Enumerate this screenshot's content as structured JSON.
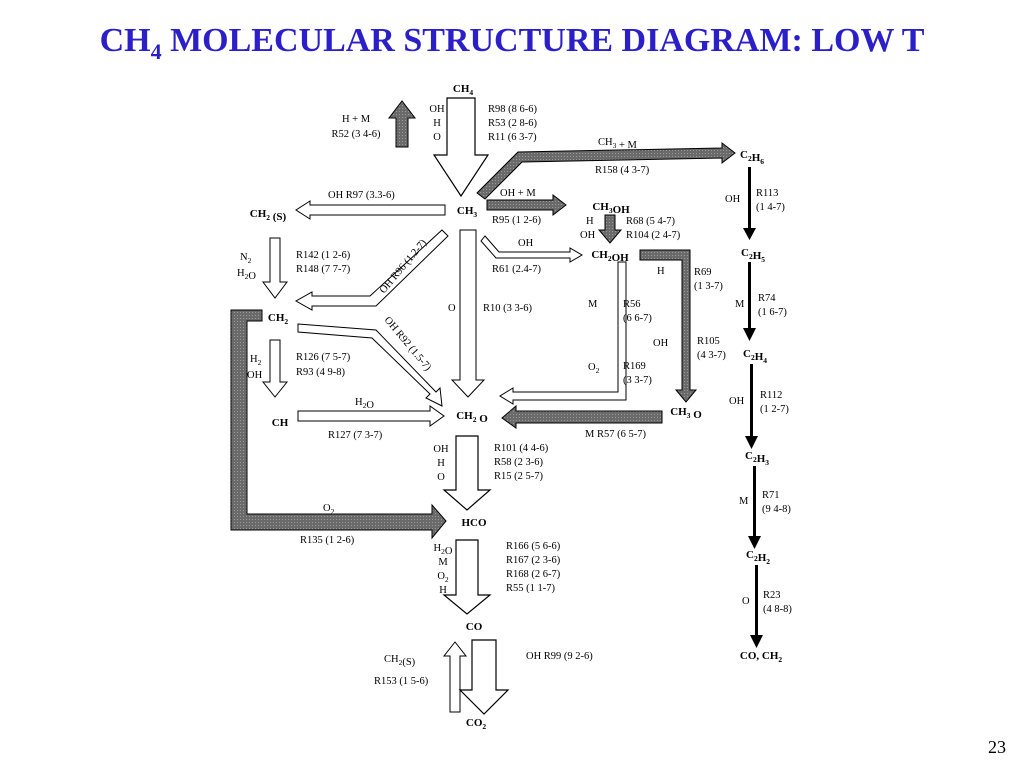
{
  "title": {
    "prefix": "CH",
    "sub": "4",
    "rest": " MOLECULAR STRUCTURE DIAGRAM: LOW T"
  },
  "page_number": "23",
  "species": {
    "ch4": [
      [
        "CH",
        ""
      ],
      [
        "4",
        "s"
      ]
    ],
    "ch3": [
      [
        "CH",
        ""
      ],
      [
        "3",
        "s"
      ]
    ],
    "ch2s": [
      [
        "CH",
        ""
      ],
      [
        "2",
        "s"
      ],
      [
        " (S)",
        ""
      ]
    ],
    "ch2": [
      [
        "CH",
        ""
      ],
      [
        "2",
        "s"
      ]
    ],
    "ch": [
      [
        "CH",
        ""
      ]
    ],
    "ch2o": [
      [
        "CH",
        ""
      ],
      [
        "2",
        "s"
      ],
      [
        " O",
        ""
      ]
    ],
    "hco": [
      [
        "HCO",
        ""
      ]
    ],
    "co": [
      [
        "CO",
        ""
      ]
    ],
    "co2": [
      [
        "CO",
        ""
      ],
      [
        "2",
        "s"
      ]
    ],
    "ch3oh": [
      [
        "CH",
        ""
      ],
      [
        "3",
        "s"
      ],
      [
        "OH",
        ""
      ]
    ],
    "ch2oh": [
      [
        "CH",
        ""
      ],
      [
        "2",
        "s"
      ],
      [
        "OH",
        ""
      ]
    ],
    "ch3o": [
      [
        "CH",
        ""
      ],
      [
        "3",
        "s"
      ],
      [
        " O",
        ""
      ]
    ],
    "c2h6": [
      [
        "C",
        ""
      ],
      [
        "2",
        "s"
      ],
      [
        "H",
        ""
      ],
      [
        "6",
        "s"
      ]
    ],
    "c2h5": [
      [
        "C",
        ""
      ],
      [
        "2",
        "s"
      ],
      [
        "H",
        ""
      ],
      [
        "5",
        "s"
      ]
    ],
    "c2h4": [
      [
        "C",
        ""
      ],
      [
        "2",
        "s"
      ],
      [
        "H",
        ""
      ],
      [
        "4",
        "s"
      ]
    ],
    "c2h3": [
      [
        "C",
        ""
      ],
      [
        "2",
        "s"
      ],
      [
        "H",
        ""
      ],
      [
        "3",
        "s"
      ]
    ],
    "c2h2": [
      [
        "C",
        ""
      ],
      [
        "2",
        "s"
      ],
      [
        "H",
        ""
      ],
      [
        "2",
        "s"
      ]
    ],
    "co_ch2": [
      [
        "CO, CH",
        ""
      ],
      [
        "2",
        "s"
      ]
    ]
  },
  "labels": {
    "hm": "H + M",
    "r52": "R52 (3 4-6)",
    "ch4_ohho": [
      "OH",
      "H",
      "O"
    ],
    "ch4_r": [
      "R98 (8 6-6)",
      "R53 (2 8-6)",
      "R11 (6 3-7)"
    ],
    "ch3m": [
      [
        "CH",
        ""
      ],
      [
        "3",
        "s"
      ],
      [
        " + M",
        ""
      ]
    ],
    "r158": "R158 (4 3-7)",
    "oh_r97": "OH  R97  (3.3-6)",
    "ohm": "OH + M",
    "r95": "R95 (1 2-6)",
    "ch3oh_h": "H",
    "ch3oh_oh": "OH",
    "r68": "R68 (5 4-7)",
    "r104": "R104 (2 4-7)",
    "oh_r61": "OH",
    "r61": "R61  (2.4-7)",
    "n2": [
      [
        "N",
        ""
      ],
      [
        "2",
        "s"
      ]
    ],
    "h2o_a": [
      [
        "H",
        ""
      ],
      [
        "2",
        "s"
      ],
      [
        "O",
        ""
      ]
    ],
    "r142": "R142 (1 2-6)",
    "r148": "R148 (7 7-7)",
    "ohr96": "OH R96 (1.2-7)",
    "ohr92": "OH R92 (1.5-7)",
    "o_mid": "O",
    "r10": "R10 (3 3-6)",
    "m_r56": "M",
    "r56": [
      "R56",
      "(6 6-7)"
    ],
    "h_r69": "H",
    "r69": [
      "R69",
      "(1 3-7)"
    ],
    "h2": [
      [
        "H",
        ""
      ],
      [
        "2",
        "s"
      ]
    ],
    "oh_b": "OH",
    "r126": "R126 (7 5-7)",
    "r93": "R93 (4 9-8)",
    "o2_r169": [
      [
        "O",
        ""
      ],
      [
        "2",
        "s"
      ]
    ],
    "r169": [
      "R169",
      "(3 3-7)"
    ],
    "oh_r105": "OH",
    "r105": [
      "R105",
      "(4 3-7)"
    ],
    "h2o_b": [
      [
        "H",
        ""
      ],
      [
        "2",
        "s"
      ],
      [
        "O",
        ""
      ]
    ],
    "r127": "R127  (7 3-7)",
    "mr57": "M R57 (6 5-7)",
    "ch2o_ohho": [
      "OH",
      "H",
      "O"
    ],
    "ch2o_r": [
      "R101 (4 4-6)",
      "R58 (2 3-6)",
      "R15 (2 5-7)"
    ],
    "o2_b": [
      [
        "O",
        ""
      ],
      [
        "2",
        "s"
      ]
    ],
    "r135": "R135 (1 2-6)",
    "hco_lbl": [
      [
        [
          "H",
          ""
        ],
        [
          "2",
          "s"
        ],
        [
          "O",
          ""
        ]
      ],
      [
        [
          "M",
          ""
        ]
      ],
      [
        [
          "O",
          ""
        ],
        [
          "2",
          "s"
        ]
      ],
      [
        [
          "H",
          ""
        ]
      ]
    ],
    "hco_r": [
      "R166 (5 6-6)",
      "R167 (2 3-6)",
      "R168 (2 6-7)",
      "R55 (1 1-7)"
    ],
    "ch2s_b": [
      [
        "CH",
        ""
      ],
      [
        "2",
        "s"
      ],
      [
        "(S)",
        ""
      ]
    ],
    "r153": "R153 (1 5-6)",
    "ohr99": "OH R99 (9 2-6)",
    "oh_r113": "OH",
    "r113": [
      "R113",
      "(1 4-7)"
    ],
    "m_r74": "M",
    "r74": [
      "R74",
      "(1 6-7)"
    ],
    "oh_r112": "OH",
    "r112": [
      "R112",
      "(1 2-7)"
    ],
    "m_r71": "M",
    "r71": [
      "R71",
      "(9 4-8)"
    ],
    "o_r23": "O",
    "r23": [
      "R23",
      "(4 8-8)"
    ]
  }
}
